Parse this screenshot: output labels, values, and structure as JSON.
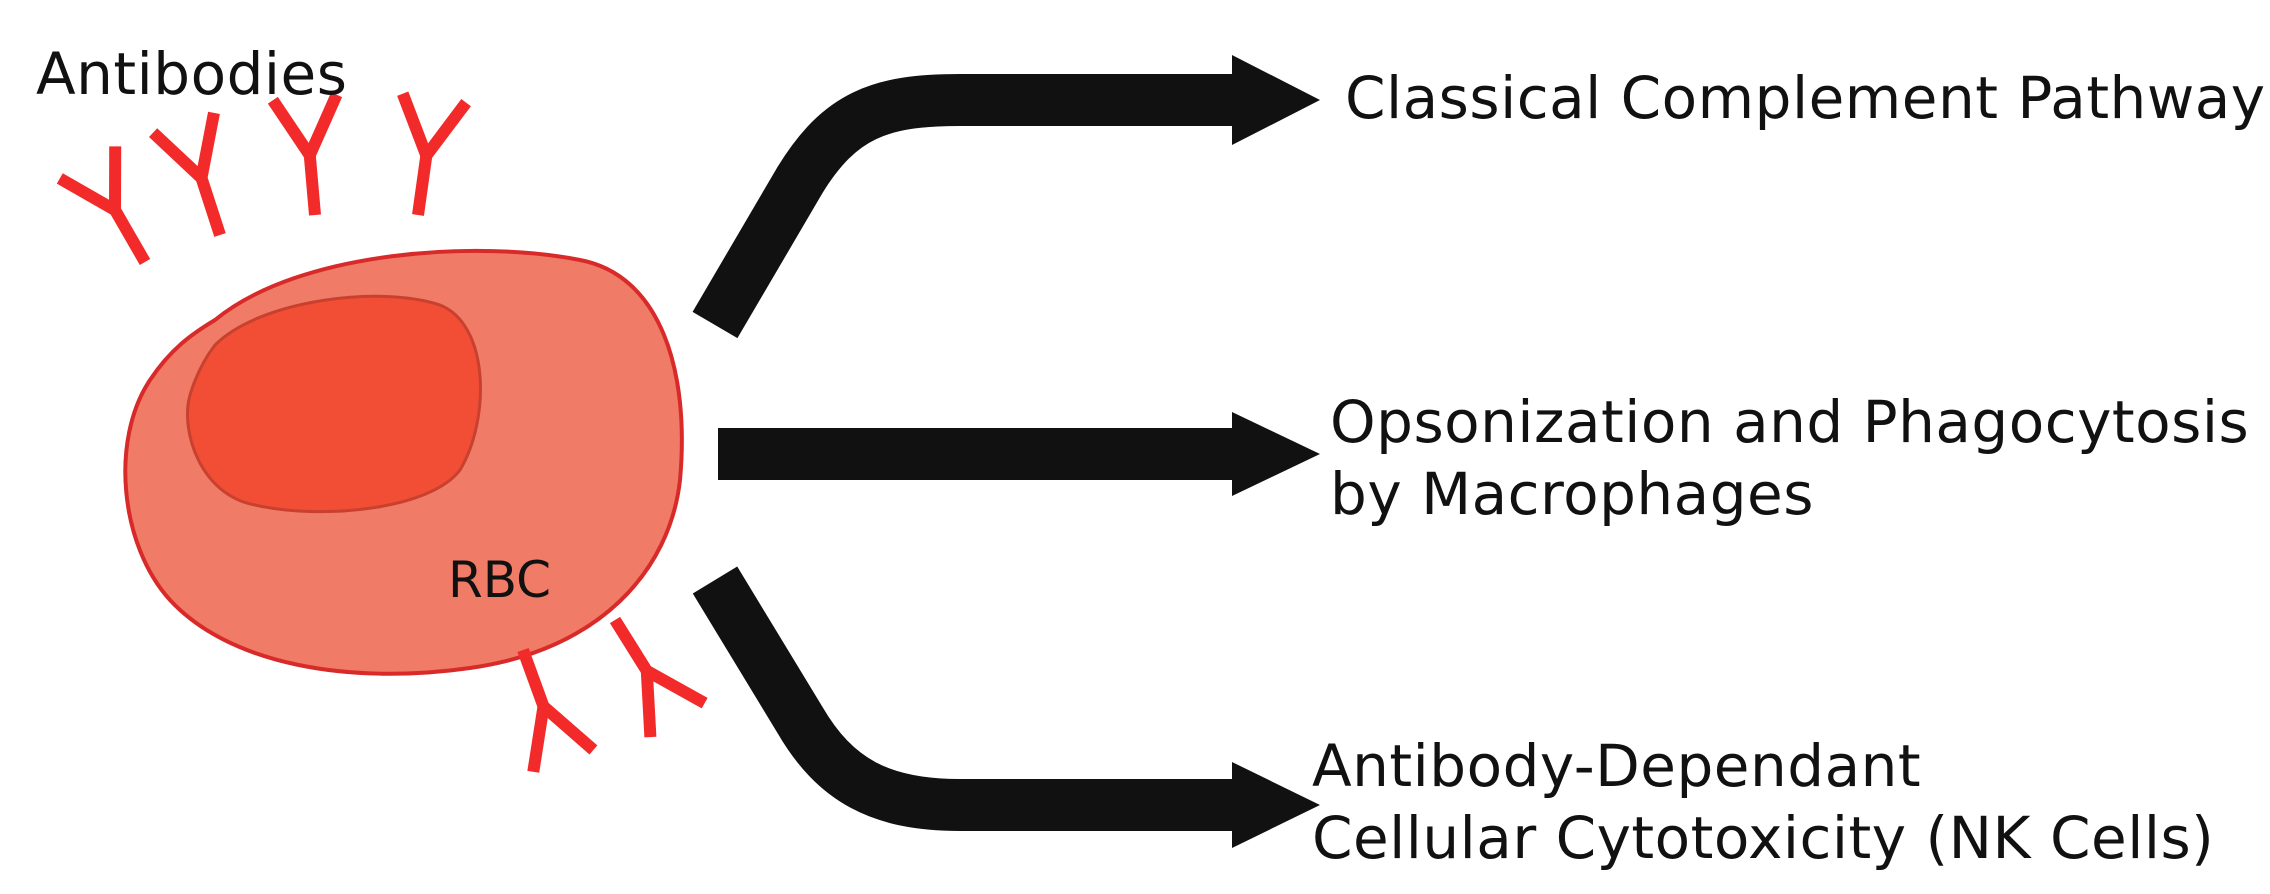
{
  "labels": {
    "antibodies": "Antibodies",
    "cell": "RBC"
  },
  "outcomes": [
    {
      "lines": [
        "Classical Complement Pathway"
      ]
    },
    {
      "lines": [
        "Opsonization and Phagocytosis",
        "by Macrophages"
      ]
    },
    {
      "lines": [
        "Antibody-Dependant",
        "Cellular Cytotoxicity (NK Cells)"
      ]
    }
  ],
  "colors": {
    "cell_fill": "#F07B66",
    "cell_stroke": "#D92A2A",
    "nucleus_fill": "#F24E35",
    "nucleus_stroke": "#C8412F",
    "antibody": "#F22A2A",
    "arrow": "#111111",
    "background": "#FFFFFF"
  },
  "icons": {
    "antibody": "y-shaped-antibody-icon",
    "arrow": "thick-black-arrow"
  }
}
